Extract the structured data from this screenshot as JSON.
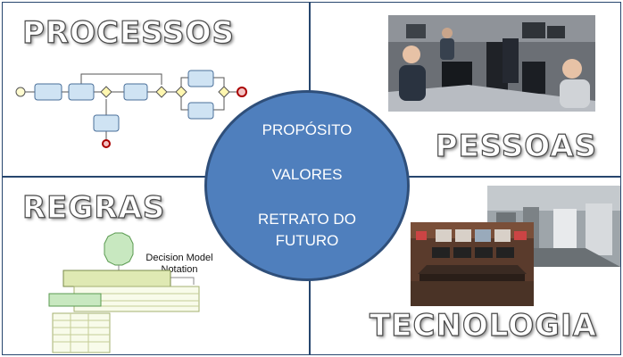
{
  "quadrants": {
    "processos": {
      "title": "PROCESSOS"
    },
    "pessoas": {
      "title": "PESSOAS"
    },
    "regras": {
      "title": "REGRAS",
      "diagram_caption_line1": "Decision Model",
      "diagram_caption_line2": "Notation"
    },
    "tecnologia": {
      "title": "TECNOLOGIA"
    }
  },
  "center": {
    "line1": "PROPÓSITO",
    "line2": "VALORES",
    "line3": "RETRATO DO",
    "line4": "FUTURO"
  },
  "colors": {
    "border": "#27466e",
    "circle_fill": "#4f7fbd",
    "bpmn_task": "#cfe3f3",
    "dmn_table": "#dfe9b3"
  },
  "icons": [
    "office-photo",
    "factory-photo",
    "control-room-photo",
    "bpmn-diagram",
    "dmn-diagram"
  ]
}
